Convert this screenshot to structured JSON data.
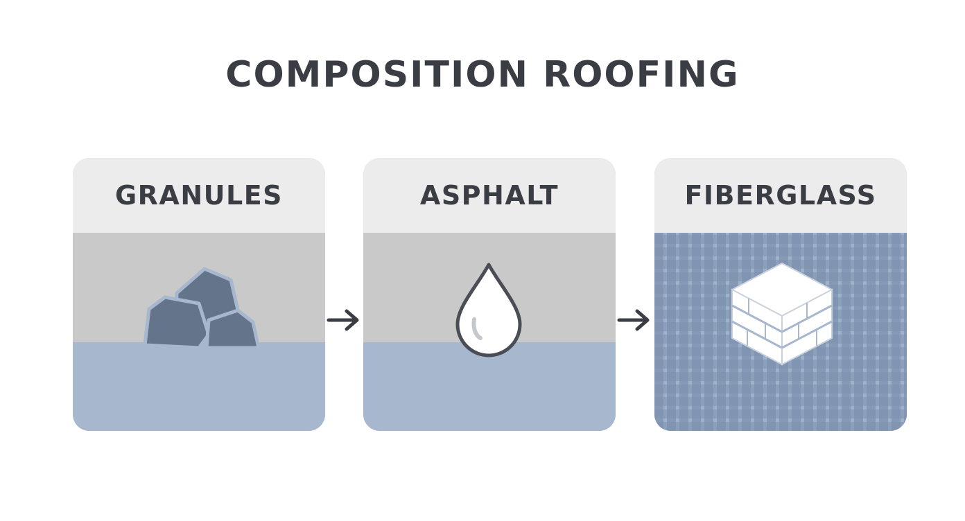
{
  "title": "COMPOSITION ROOFING",
  "panels": [
    {
      "label": "GRANULES",
      "icon": "rocks-icon"
    },
    {
      "label": "ASPHALT",
      "icon": "droplet-icon"
    },
    {
      "label": "FIBERGLASS",
      "icon": "layered-block-icon"
    }
  ],
  "arrows": [
    "arrow-right-icon",
    "arrow-right-icon"
  ],
  "colors": {
    "text": "#3b3d45",
    "header_bg": "#ececec",
    "mid_band": "#c9c9c9",
    "base_band": "#a7b8ce",
    "rock_fill": "#64748b",
    "rock_outline": "#a7b8ce"
  }
}
